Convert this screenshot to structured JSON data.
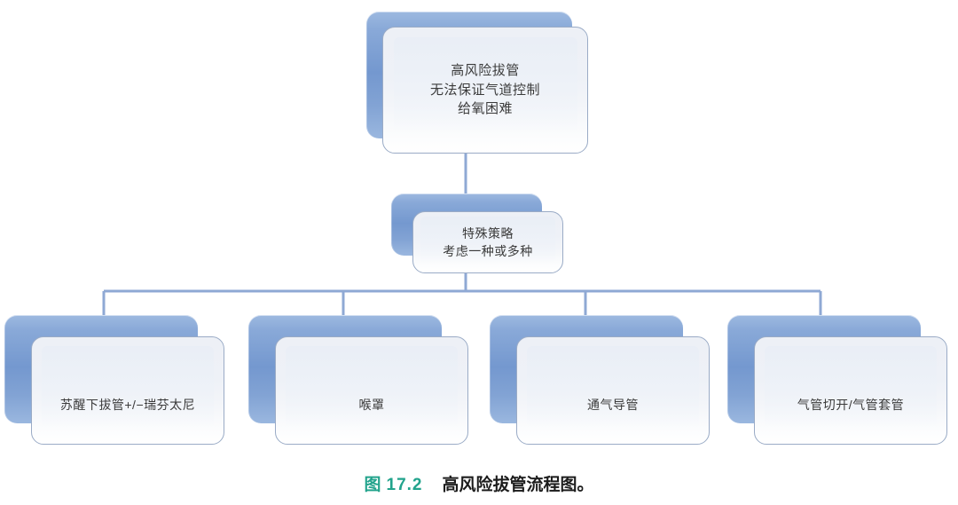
{
  "figure": {
    "type": "flowchart",
    "orientation": "top-down",
    "palette": {
      "card_blue": "#7498cf",
      "card_face": "#eef1f7",
      "card_border": "#9aabc6",
      "connector": "#8fa9d4",
      "caption_accent": "#22a38c",
      "caption_text": "#1c1c1c",
      "label_text": "#3b3b3b",
      "background": "#ffffff"
    },
    "nodes": {
      "top": {
        "id": "high-risk-extubation",
        "label": "高风险拔管\n无法保证气道控制\n给氧困难",
        "lines": [
          "高风险拔管",
          "无法保证气道控制",
          "给氧困难"
        ]
      },
      "strategy": {
        "id": "special-strategy",
        "label": "特殊策略\n考虑一种或多种",
        "lines": [
          "特殊策略",
          "考虑一种或多种"
        ]
      },
      "leaves": [
        {
          "id": "awake-extubation-remifentanil",
          "label": "苏醒下拔管+/−瑞芬太尼"
        },
        {
          "id": "laryngeal-mask",
          "label": "喉罩"
        },
        {
          "id": "airway-exchange-catheter",
          "label": "通气导管"
        },
        {
          "id": "tracheostomy-tracheal-cannula",
          "label": "气管切开/气管套管"
        }
      ]
    },
    "edges": [
      {
        "from": "high-risk-extubation",
        "to": "special-strategy"
      },
      {
        "from": "special-strategy",
        "to": "awake-extubation-remifentanil"
      },
      {
        "from": "special-strategy",
        "to": "laryngeal-mask"
      },
      {
        "from": "special-strategy",
        "to": "airway-exchange-catheter"
      },
      {
        "from": "special-strategy",
        "to": "tracheostomy-tracheal-cannula"
      }
    ]
  },
  "caption": {
    "figure_word": "图",
    "number": "17.2",
    "text": "高风险拔管流程图。"
  }
}
